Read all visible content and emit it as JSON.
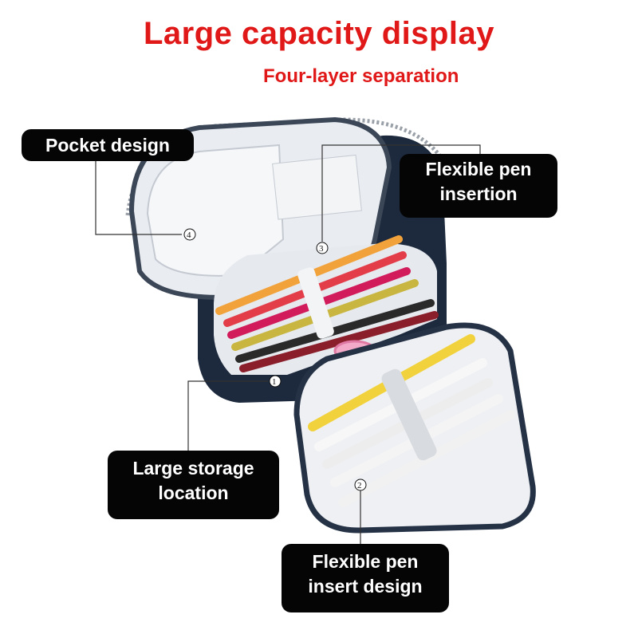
{
  "header": {
    "title": "Large capacity display",
    "subtitle": "Four-layer separation"
  },
  "callouts": [
    {
      "number": "④",
      "label_lines": [
        "Pocket design"
      ]
    },
    {
      "number": "③",
      "label_lines": [
        "Flexible pen",
        "insertion"
      ]
    },
    {
      "number": "①",
      "label_lines": [
        "Large storage",
        "location"
      ]
    },
    {
      "number": "②",
      "label_lines": [
        "Flexible pen",
        "insert design"
      ]
    }
  ],
  "colors": {
    "title": "#e01818",
    "label_bg": "#050505",
    "case_body": "#1d2a3d",
    "lining": "#e6e9ee"
  }
}
